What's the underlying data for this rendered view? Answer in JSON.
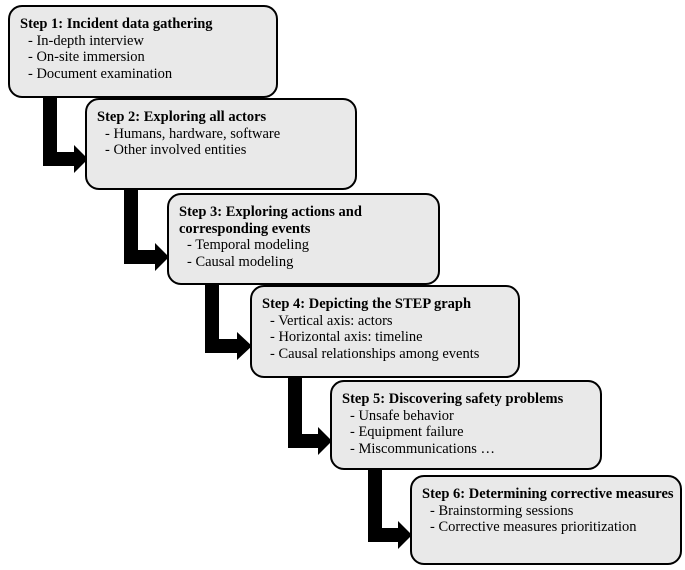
{
  "steps": [
    {
      "title": "Step 1: Incident data gathering",
      "bullets": [
        "- In-depth interview",
        "- On-site immersion",
        "- Document examination"
      ]
    },
    {
      "title": "Step 2: Exploring all actors",
      "bullets": [
        "- Humans, hardware, software",
        "- Other involved entities"
      ]
    },
    {
      "title": "Step 3: Exploring actions and corresponding events",
      "bullets": [
        "- Temporal modeling",
        "- Causal modeling"
      ]
    },
    {
      "title": "Step 4: Depicting the STEP graph",
      "bullets": [
        "- Vertical axis: actors",
        "- Horizontal axis: timeline",
        "- Causal relationships among events"
      ]
    },
    {
      "title": "Step 5: Discovering safety problems",
      "bullets": [
        "- Unsafe behavior",
        "- Equipment failure",
        "- Miscommunications …"
      ]
    },
    {
      "title": "Step 6: Determining corrective measures",
      "bullets": [
        "- Brainstorming sessions",
        "- Corrective measures prioritization"
      ]
    }
  ],
  "colors": {
    "background": "#ffffff",
    "box_fill": "#e9e9e9",
    "box_border": "#000000",
    "arrow": "#000000",
    "text": "#000000"
  }
}
